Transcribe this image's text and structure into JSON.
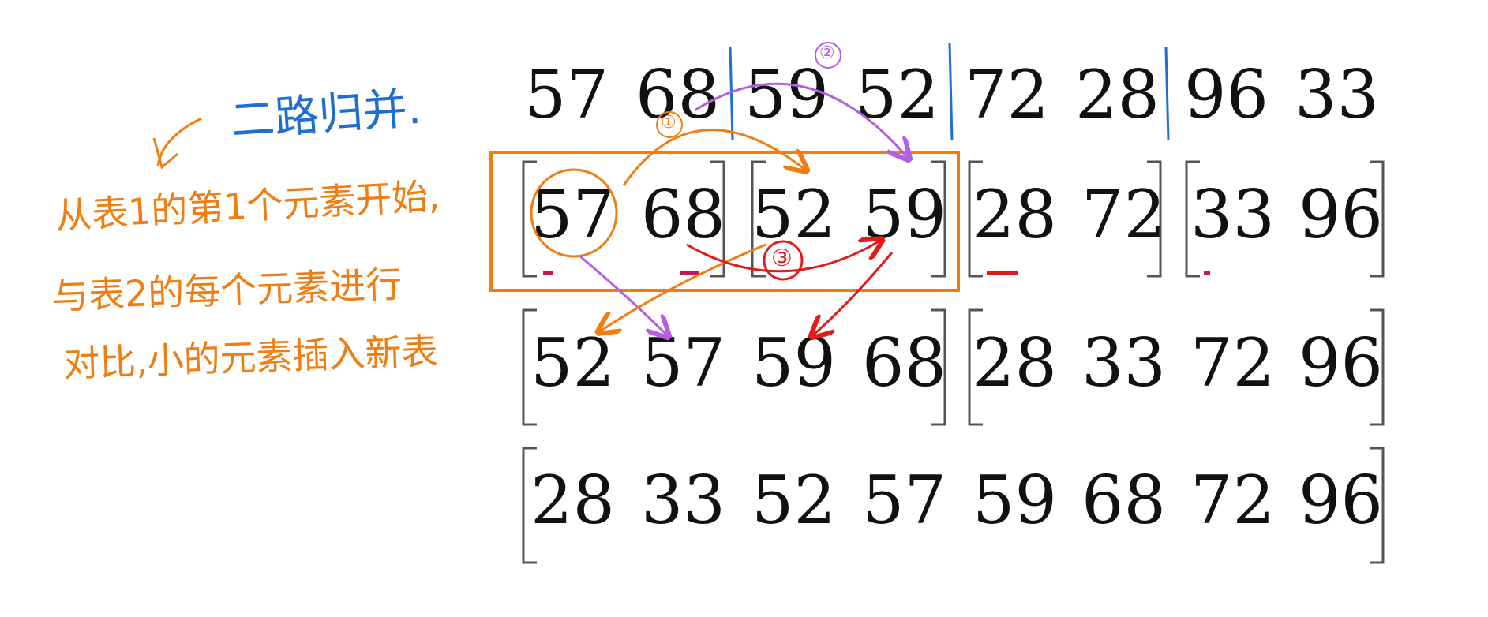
{
  "title_note": {
    "text": "二路归并.",
    "color": "#1e6fd0"
  },
  "explanation_lines": [
    "从表1的第1个元素开始,",
    "与表2的每个元素进行",
    "对比,小的元素插入新表"
  ],
  "step_markers": [
    "①",
    "②",
    "③"
  ],
  "rows": [
    {
      "values": [
        "57",
        "68",
        "59",
        "52",
        "72",
        "28",
        "96",
        "33"
      ]
    },
    {
      "values": [
        "57",
        "68",
        "52",
        "59",
        "28",
        "72",
        "33",
        "96"
      ]
    },
    {
      "values": [
        "52",
        "57",
        "59",
        "68",
        "28",
        "33",
        "72",
        "96"
      ]
    },
    {
      "values": [
        "28",
        "33",
        "52",
        "57",
        "59",
        "68",
        "72",
        "96"
      ]
    }
  ],
  "colors": {
    "bracket": "#555555",
    "highlight_box": "#f07d12",
    "separator": "#1e6fd0",
    "arrow_purple": "#b45ee6",
    "arrow_orange": "#f07d12",
    "arrow_red": "#e21a1a"
  }
}
